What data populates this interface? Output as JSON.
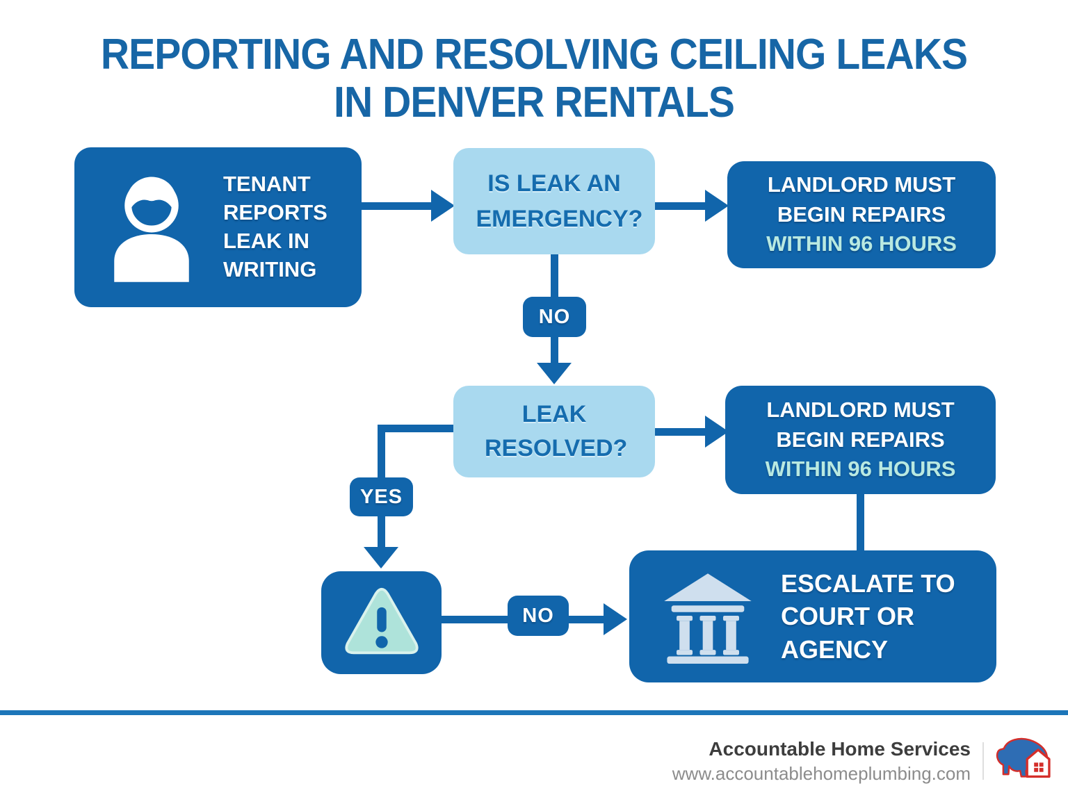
{
  "title": {
    "line1": "REPORTING AND RESOLVING CEILING LEAKS",
    "line2": "IN DENVER RENTALS"
  },
  "flowchart": {
    "nodes": {
      "tenant": {
        "label": "TENANT REPORTS LEAK IN WRITING",
        "icon": "person-icon"
      },
      "emergency_question": {
        "label": "IS LEAK AN EMERGENCY?"
      },
      "repairs_after_emergency": {
        "label_main": "LANDLORD MUST BEGIN REPAIRS",
        "label_highlight": "WITHIN 96 HOURS"
      },
      "resolved_question": {
        "label": "LEAK RESOLVED?"
      },
      "repairs_after_no": {
        "label_main": "LANDLORD MUST BEGIN REPAIRS",
        "label_highlight": "WITHIN 96 HOURS"
      },
      "warning": {
        "icon": "warning-icon"
      },
      "escalate": {
        "label": "ESCALATE TO COURT OR AGENCY",
        "icon": "court-icon"
      }
    },
    "edge_labels": {
      "emergency_no": "NO",
      "resolved_yes": "YES",
      "warning_no": "NO"
    }
  },
  "colors": {
    "dark_blue": "#1165ab",
    "light_blue": "#a9d9ef",
    "mint": "#aee3da",
    "mint_text": "#b9e9e1",
    "title_blue": "#1766a6",
    "footer_rule": "#1d76b9",
    "logo_red": "#d42e2a",
    "logo_blue": "#2e6db4"
  },
  "footer": {
    "company": "Accountable Home Services",
    "website": "www.accountablehomeplumbing.com",
    "logo": "bison-house-logo"
  }
}
